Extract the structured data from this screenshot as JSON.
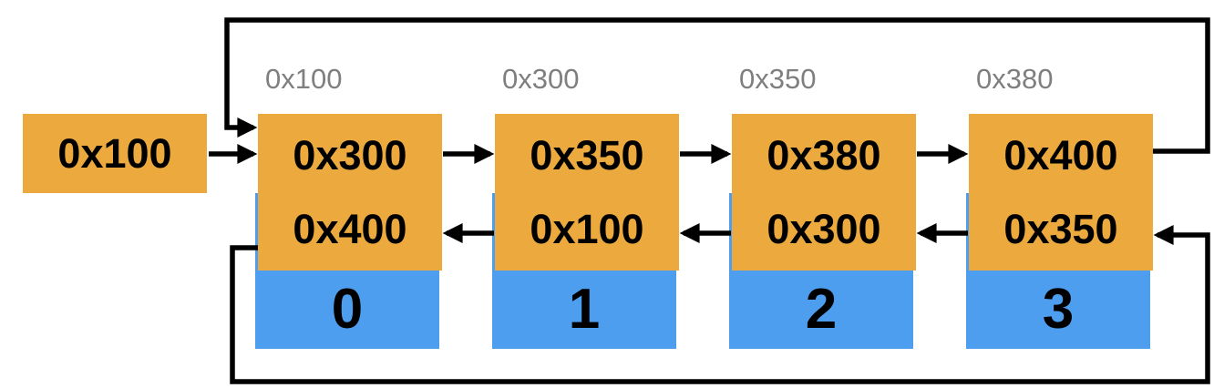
{
  "diagram": {
    "head_pointer": {
      "value": "0x100"
    },
    "nodes": [
      {
        "address_label": "0x100",
        "next": "0x300",
        "prev": "0x400",
        "value": "0"
      },
      {
        "address_label": "0x300",
        "next": "0x350",
        "prev": "0x100",
        "value": "1"
      },
      {
        "address_label": "0x350",
        "next": "0x380",
        "prev": "0x300",
        "value": "2"
      },
      {
        "address_label": "0x380",
        "next": "0x400",
        "prev": "0x350",
        "value": "3"
      }
    ],
    "edges": [
      {
        "from": "head",
        "to": "node0",
        "kind": "head-pointer"
      },
      {
        "from": "node0",
        "to": "node1",
        "kind": "next"
      },
      {
        "from": "node1",
        "to": "node2",
        "kind": "next"
      },
      {
        "from": "node2",
        "to": "node3",
        "kind": "next"
      },
      {
        "from": "node3",
        "to": "node0",
        "kind": "next-wraparound-top"
      },
      {
        "from": "node1",
        "to": "node0",
        "kind": "prev"
      },
      {
        "from": "node2",
        "to": "node1",
        "kind": "prev"
      },
      {
        "from": "node3",
        "to": "node2",
        "kind": "prev"
      },
      {
        "from": "node0",
        "to": "node3",
        "kind": "prev-wraparound-bottom"
      }
    ],
    "colors": {
      "pointer_cell": "#EBA93E",
      "data_cell": "#4D9EEF",
      "address_label": "#7F7F7F",
      "arrow": "#000000"
    }
  }
}
